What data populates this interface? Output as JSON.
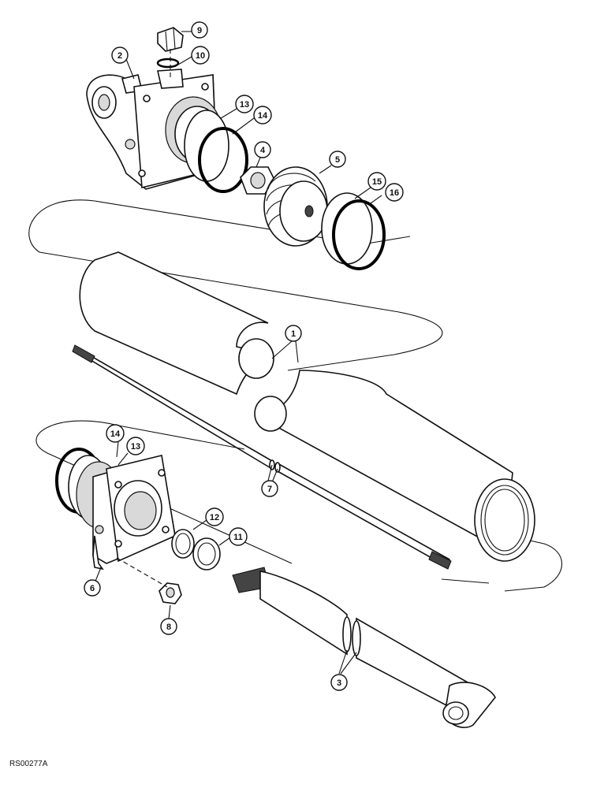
{
  "figure_ref": "RS00277A",
  "callouts": {
    "c1": "1",
    "c2": "2",
    "c3": "3",
    "c4": "4",
    "c5": "5",
    "c6": "6",
    "c7": "7",
    "c8": "8",
    "c9": "9",
    "c10": "10",
    "c11": "11",
    "c12": "12",
    "c13a": "13",
    "c14a": "14",
    "c13b": "13",
    "c14b": "14",
    "c15": "15",
    "c16": "16"
  }
}
